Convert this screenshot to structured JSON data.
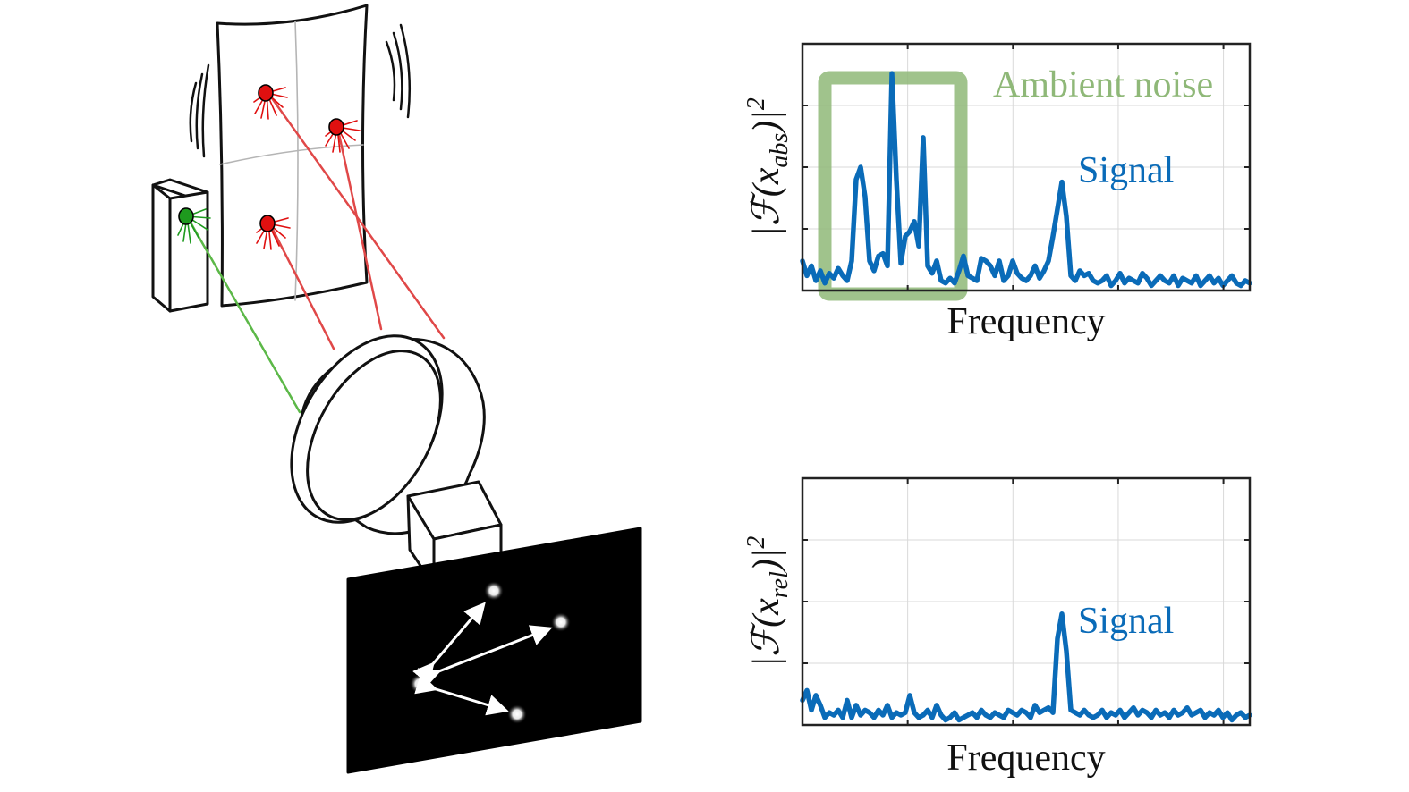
{
  "left_sketch": {
    "structure_shake_icon": "vibration-lines-icon",
    "markers": {
      "red_count": 3,
      "green_count": 1
    },
    "colors": {
      "red_marker": "#e01010",
      "red_ray": "#e04848",
      "green_marker": "#1e9a1e",
      "green_ray": "#5cb848"
    }
  },
  "chart_data": [
    {
      "type": "line",
      "title": "",
      "xlabel": "Frequency",
      "ylabel_main": "|ℱ(x",
      "ylabel_sub": "abs",
      "ylabel_end": ")|",
      "ylabel_sup": "2",
      "annotations": [
        {
          "text": "Ambient noise",
          "color": "#8fb878"
        },
        {
          "text": "Signal",
          "color": "#0a6bb8"
        }
      ],
      "noise_band": [
        0.03,
        0.36
      ],
      "grid": true,
      "xlim": [
        0,
        1
      ],
      "ylim": [
        0,
        1
      ],
      "x": [
        0,
        0.01,
        0.02,
        0.03,
        0.04,
        0.05,
        0.06,
        0.07,
        0.08,
        0.09,
        0.1,
        0.11,
        0.12,
        0.13,
        0.14,
        0.15,
        0.16,
        0.17,
        0.18,
        0.19,
        0.2,
        0.21,
        0.22,
        0.23,
        0.24,
        0.25,
        0.26,
        0.27,
        0.28,
        0.29,
        0.3,
        0.31,
        0.32,
        0.33,
        0.34,
        0.35,
        0.36,
        0.37,
        0.38,
        0.39,
        0.4,
        0.41,
        0.42,
        0.43,
        0.44,
        0.45,
        0.46,
        0.47,
        0.48,
        0.49,
        0.5,
        0.51,
        0.52,
        0.53,
        0.54,
        0.55,
        0.56,
        0.57,
        0.58,
        0.59,
        0.6,
        0.61,
        0.62,
        0.63,
        0.64,
        0.65,
        0.66,
        0.67,
        0.68,
        0.69,
        0.7,
        0.71,
        0.72,
        0.73,
        0.74,
        0.75,
        0.76,
        0.77,
        0.78,
        0.79,
        0.8,
        0.81,
        0.82,
        0.83,
        0.84,
        0.85,
        0.86,
        0.87,
        0.88,
        0.89,
        0.9,
        0.91,
        0.92,
        0.93,
        0.94,
        0.95,
        0.96,
        0.97,
        0.98,
        0.99,
        1.0
      ],
      "series": [
        {
          "values": [
            0.12,
            0.06,
            0.1,
            0.04,
            0.08,
            0.03,
            0.07,
            0.05,
            0.09,
            0.06,
            0.04,
            0.12,
            0.45,
            0.5,
            0.38,
            0.12,
            0.08,
            0.14,
            0.15,
            0.1,
            0.88,
            0.45,
            0.11,
            0.22,
            0.24,
            0.28,
            0.18,
            0.62,
            0.1,
            0.07,
            0.12,
            0.04,
            0.03,
            0.05,
            0.03,
            0.08,
            0.14,
            0.06,
            0.05,
            0.04,
            0.13,
            0.12,
            0.1,
            0.06,
            0.12,
            0.04,
            0.06,
            0.12,
            0.07,
            0.05,
            0.04,
            0.06,
            0.1,
            0.05,
            0.08,
            0.12,
            0.22,
            0.33,
            0.44,
            0.3,
            0.06,
            0.04,
            0.08,
            0.06,
            0.07,
            0.04,
            0.03,
            0.04,
            0.06,
            0.02,
            0.04,
            0.07,
            0.03,
            0.05,
            0.04,
            0.03,
            0.07,
            0.05,
            0.02,
            0.04,
            0.06,
            0.04,
            0.03,
            0.06,
            0.02,
            0.05,
            0.04,
            0.03,
            0.06,
            0.02,
            0.04,
            0.06,
            0.03,
            0.05,
            0.02,
            0.04,
            0.06,
            0.03,
            0.02,
            0.04,
            0.03
          ],
          "color": "#0a6bb8"
        }
      ]
    },
    {
      "type": "line",
      "title": "",
      "xlabel": "Frequency",
      "ylabel_main": "|ℱ(x",
      "ylabel_sub": "rel",
      "ylabel_end": ")|",
      "ylabel_sup": "2",
      "annotations": [
        {
          "text": "Signal",
          "color": "#0a6bb8"
        }
      ],
      "grid": true,
      "xlim": [
        0,
        1
      ],
      "ylim": [
        0,
        1
      ],
      "x": [
        0,
        0.01,
        0.02,
        0.03,
        0.04,
        0.05,
        0.06,
        0.07,
        0.08,
        0.09,
        0.1,
        0.11,
        0.12,
        0.13,
        0.14,
        0.15,
        0.16,
        0.17,
        0.18,
        0.19,
        0.2,
        0.21,
        0.22,
        0.23,
        0.24,
        0.25,
        0.26,
        0.27,
        0.28,
        0.29,
        0.3,
        0.31,
        0.32,
        0.33,
        0.34,
        0.35,
        0.36,
        0.37,
        0.38,
        0.39,
        0.4,
        0.41,
        0.42,
        0.43,
        0.44,
        0.45,
        0.46,
        0.47,
        0.48,
        0.49,
        0.5,
        0.51,
        0.52,
        0.53,
        0.54,
        0.55,
        0.56,
        0.57,
        0.58,
        0.59,
        0.6,
        0.61,
        0.62,
        0.63,
        0.64,
        0.65,
        0.66,
        0.67,
        0.68,
        0.69,
        0.7,
        0.71,
        0.72,
        0.73,
        0.74,
        0.75,
        0.76,
        0.77,
        0.78,
        0.79,
        0.8,
        0.81,
        0.82,
        0.83,
        0.84,
        0.85,
        0.86,
        0.87,
        0.88,
        0.89,
        0.9,
        0.91,
        0.92,
        0.93,
        0.94,
        0.95,
        0.96,
        0.97,
        0.98,
        0.99,
        1.0
      ],
      "series": [
        {
          "values": [
            0.1,
            0.14,
            0.06,
            0.12,
            0.08,
            0.03,
            0.05,
            0.04,
            0.06,
            0.03,
            0.1,
            0.03,
            0.08,
            0.04,
            0.06,
            0.05,
            0.03,
            0.06,
            0.04,
            0.08,
            0.03,
            0.05,
            0.04,
            0.05,
            0.12,
            0.05,
            0.03,
            0.04,
            0.06,
            0.03,
            0.08,
            0.04,
            0.02,
            0.03,
            0.05,
            0.02,
            0.03,
            0.04,
            0.05,
            0.03,
            0.06,
            0.04,
            0.03,
            0.05,
            0.04,
            0.03,
            0.06,
            0.05,
            0.04,
            0.06,
            0.05,
            0.03,
            0.08,
            0.05,
            0.06,
            0.07,
            0.05,
            0.35,
            0.45,
            0.3,
            0.06,
            0.05,
            0.04,
            0.06,
            0.04,
            0.03,
            0.04,
            0.06,
            0.03,
            0.05,
            0.04,
            0.06,
            0.03,
            0.05,
            0.07,
            0.04,
            0.06,
            0.05,
            0.03,
            0.06,
            0.04,
            0.05,
            0.03,
            0.06,
            0.04,
            0.05,
            0.07,
            0.04,
            0.05,
            0.06,
            0.03,
            0.05,
            0.04,
            0.06,
            0.03,
            0.05,
            0.02,
            0.04,
            0.05,
            0.03,
            0.04
          ],
          "color": "#0a6bb8"
        }
      ]
    }
  ]
}
